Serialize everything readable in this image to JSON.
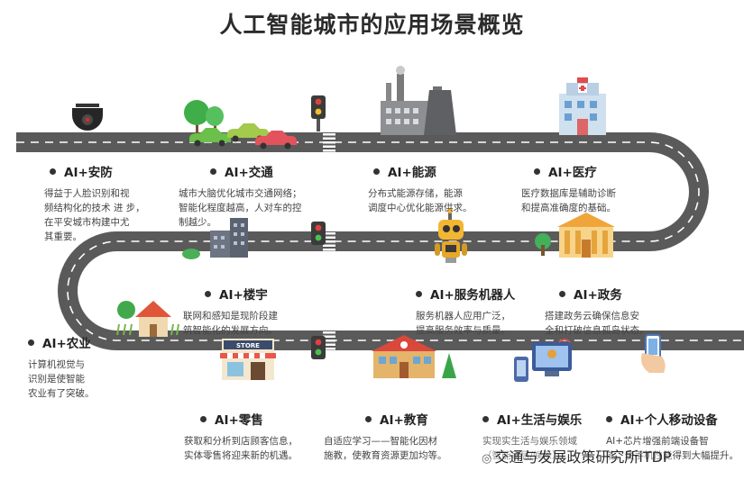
{
  "title": "人工智能城市的应用场景概览",
  "items": [
    {
      "key": "security",
      "heading": "AI+安防",
      "desc": "得益于人脸识别和视\n频结构化的技术 进 步，\n在平安城市构建中尤\n其重要。"
    },
    {
      "key": "traffic",
      "heading": "AI+交通",
      "desc": "城市大脑优化城市交通网络；\n智能化程度越高，人对车的控\n制越少。"
    },
    {
      "key": "energy",
      "heading": "AI+能源",
      "desc": "分布式能源存储，能源\n调度中心优化能源供求。"
    },
    {
      "key": "medical",
      "heading": "AI+医疗",
      "desc": "医疗数据库是辅助诊断\n和提高准确度的基础。"
    },
    {
      "key": "building",
      "heading": "AI+楼宇",
      "desc": "联网和感知是现阶段建\n筑智能化的发展方向。"
    },
    {
      "key": "robot",
      "heading": "AI+服务机器人",
      "desc": "服务机器人应用广泛，\n提高服务效率与质量。"
    },
    {
      "key": "government",
      "heading": "AI+政务",
      "desc": "搭建政务云确保信息安\n全和打破信息孤岛状态。"
    },
    {
      "key": "agriculture",
      "heading": "AI+农业",
      "desc": "计算机视觉与\n识别是使智能\n农业有了突破。"
    },
    {
      "key": "retail",
      "heading": "AI+零售",
      "desc": "获取和分析到店顾客信息，\n实体零售将迎来新的机遇。"
    },
    {
      "key": "education",
      "heading": "AI+教育",
      "desc": "自适应学习——智能化因材\n施教，使教育资源更加均等。"
    },
    {
      "key": "life",
      "heading": "AI+生活与娱乐",
      "desc": "实现实生活与娱乐领域\n（智能家居/娱乐）"
    },
    {
      "key": "mobile",
      "heading": "AI+个人移动设备",
      "desc": "AI+芯片增强前端设备智\n能，使手机性能得到大幅提升。"
    }
  ],
  "store_sign": "STORE",
  "watermark": "交通与发展政策研究所iTDP"
}
